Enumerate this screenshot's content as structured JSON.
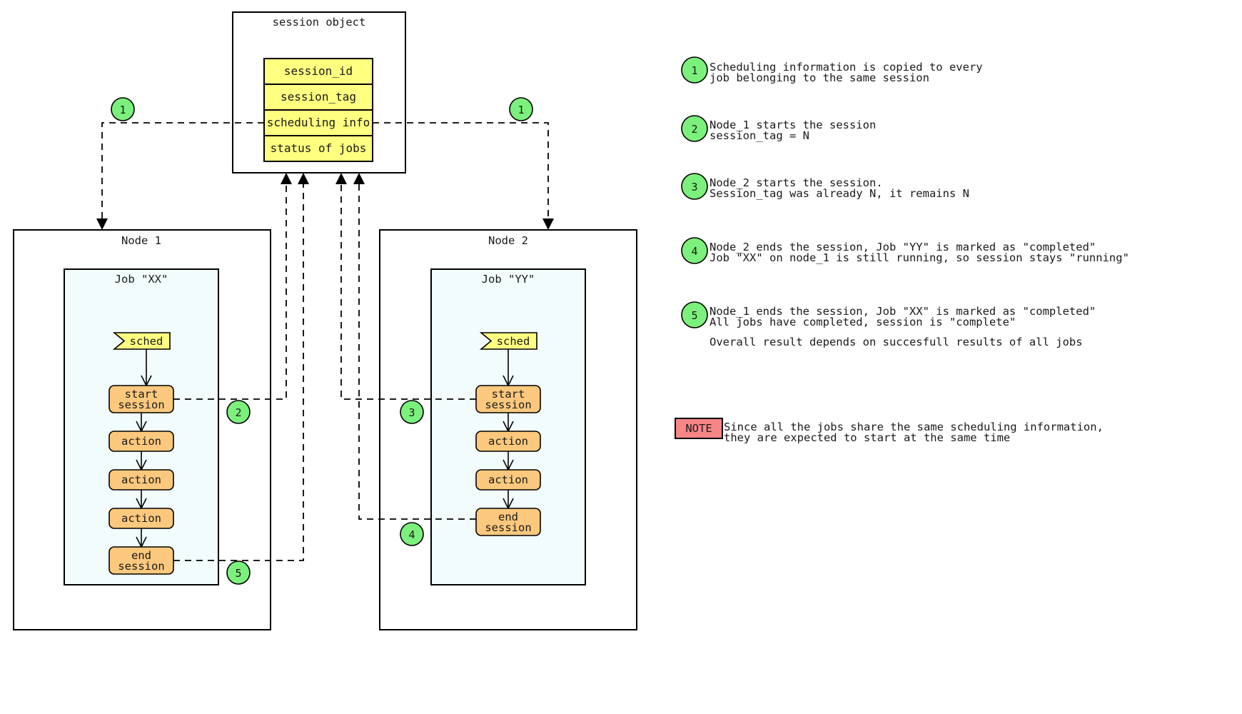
{
  "session_object": {
    "title": "session object",
    "fields": [
      {
        "label": "session_id"
      },
      {
        "label": "session_tag"
      },
      {
        "label": "scheduling info"
      },
      {
        "label": "status of jobs"
      }
    ],
    "field_color": "#ffff80"
  },
  "nodes": [
    {
      "title": "Node 1",
      "job": {
        "title": "Job \"XX\"",
        "sched_label": "sched",
        "steps": [
          {
            "line1": "start",
            "line2": "session"
          },
          {
            "line1": "action",
            "line2": ""
          },
          {
            "line1": "action",
            "line2": ""
          },
          {
            "line1": "action",
            "line2": ""
          },
          {
            "line1": "end",
            "line2": "session"
          }
        ]
      }
    },
    {
      "title": "Node 2",
      "job": {
        "title": "Job \"YY\"",
        "sched_label": "sched",
        "steps": [
          {
            "line1": "start",
            "line2": "session"
          },
          {
            "line1": "action",
            "line2": ""
          },
          {
            "line1": "action",
            "line2": ""
          },
          {
            "line1": "end",
            "line2": "session"
          }
        ]
      }
    }
  ],
  "markers": {
    "node1_top": "1",
    "node2_top": "1",
    "node1_start": "2",
    "node2_start": "3",
    "node2_end": "4",
    "node1_end": "5"
  },
  "legend": {
    "items": [
      {
        "number": "1",
        "lines": [
          "Scheduling information is copied to every",
          "job belonging to the same session"
        ]
      },
      {
        "number": "2",
        "lines": [
          "Node_1 starts the session",
          "session_tag = N"
        ]
      },
      {
        "number": "3",
        "lines": [
          "Node_2 starts the session.",
          "Session_tag was already N, it remains N"
        ]
      },
      {
        "number": "4",
        "lines": [
          "Node_2 ends the session, Job \"YY\" is marked as \"completed\"",
          "Job \"XX\" on node_1 is still running, so session stays \"running\""
        ]
      },
      {
        "number": "5",
        "lines": [
          "Node_1 ends the session, Job \"XX\" is marked as \"completed\"",
          "All jobs have completed, session is \"complete\""
        ]
      }
    ],
    "footnote": "Overall result depends on succesfull results of all jobs",
    "marker_color": "#7cf07c"
  },
  "note": {
    "badge": "NOTE",
    "badge_color": "#f98686",
    "lines": [
      "Since all the jobs share the same scheduling information,",
      "they are expected to start at the same time"
    ]
  }
}
